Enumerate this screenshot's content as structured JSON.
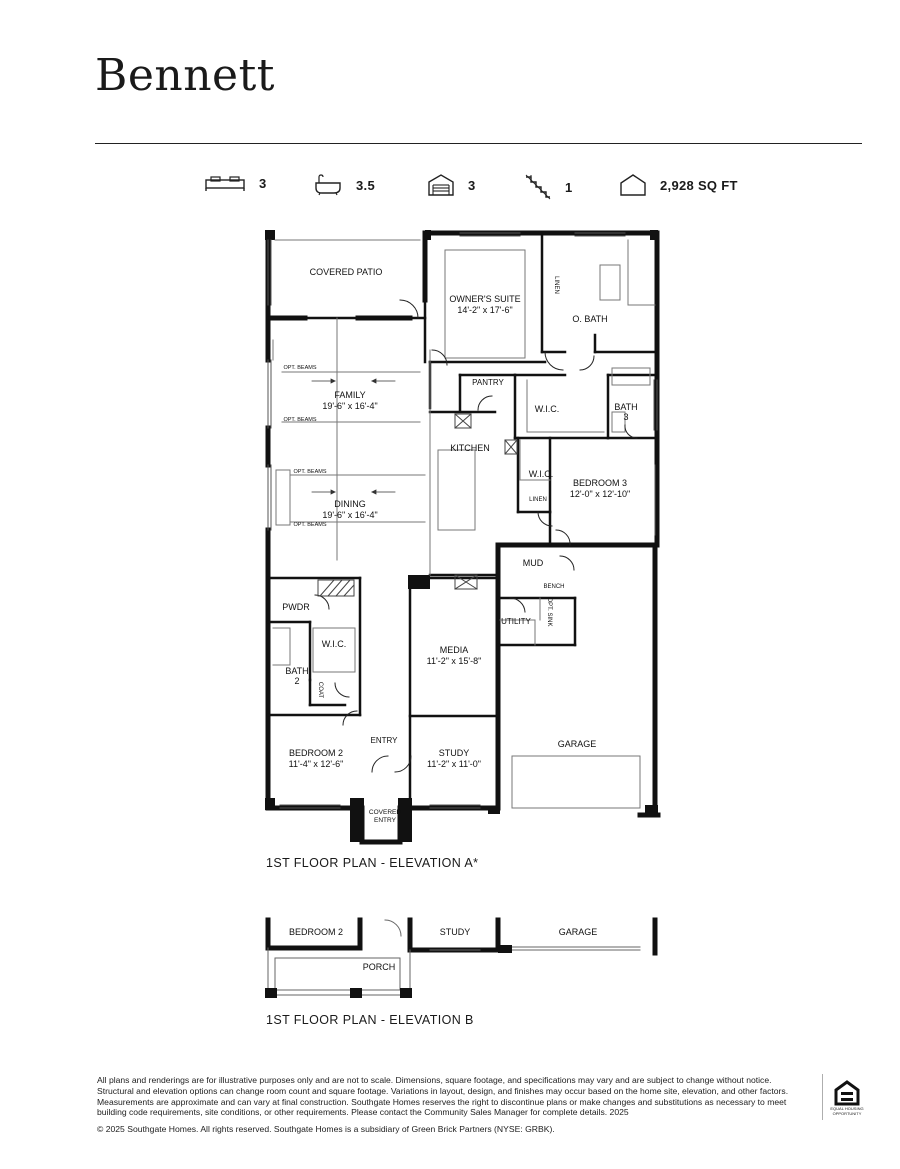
{
  "plan_name": "Bennett",
  "stats": {
    "beds": "3",
    "baths": "3.5",
    "garage": "3",
    "stories": "1",
    "sqft": "2,928 SQ FT"
  },
  "rooms": {
    "covered_patio": "COVERED PATIO",
    "owners_suite": "OWNER'S SUITE",
    "owners_suite_dim": "14'-2\" x 17'-6\"",
    "linen": "LINEN",
    "o_bath": "O. BATH",
    "opt_beams": "OPT. BEAMS",
    "family": "FAMILY",
    "family_dim": "19'-6\" x 16'-4\"",
    "pantry": "PANTRY",
    "wic": "W.I.C.",
    "bath3": "BATH",
    "bath3_num": "3",
    "kitchen": "KITCHEN",
    "bedroom3": "BEDROOM 3",
    "bedroom3_dim": "12'-0\" x 12'-10\"",
    "dining": "DINING",
    "dining_dim": "19'-6\" x 16'-4\"",
    "mud": "MUD",
    "bench": "BENCH",
    "pwdr": "PWDR",
    "utility": "UTILITY",
    "opt_sink": "OPT. SINK",
    "media": "MEDIA",
    "media_dim": "11'-2\" x 15'-8\"",
    "bath2": "BATH",
    "bath2_num": "2",
    "coat": "COAT",
    "entry": "ENTRY",
    "garage": "GARAGE",
    "bedroom2": "BEDROOM 2",
    "bedroom2_dim": "11'-4\" x 12'-6\"",
    "study": "STUDY",
    "study_dim": "11'-2\" x 11'-0\"",
    "covered": "COVERED",
    "covered_entry": "ENTRY",
    "porch": "PORCH"
  },
  "captions": {
    "elevation_a": "1ST FLOOR PLAN - ELEVATION A*",
    "elevation_b": "1ST FLOOR PLAN - ELEVATION B"
  },
  "disclaimer": "All plans and renderings are for illustrative purposes only and are not to scale. Dimensions, square footage, and specifications may vary and are subject to change without notice. Structural and elevation options can change room count and square footage. Variations in layout, design, and finishes may occur based on the home site, elevation, and other factors. Measurements are approximate and can vary at final construction. Southgate Homes reserves the right to discontinue plans or make changes and substitutions as necessary to meet building code requirements, site conditions, or other requirements. Please contact the Community Sales Manager for complete details. 2025",
  "copyright": "© 2025 Southgate Homes. All rights reserved. Southgate Homes is a subsidiary of Green Brick Partners (NYSE: GRBK).",
  "equal_housing": "EQUAL HOUSING OPPORTUNITY"
}
